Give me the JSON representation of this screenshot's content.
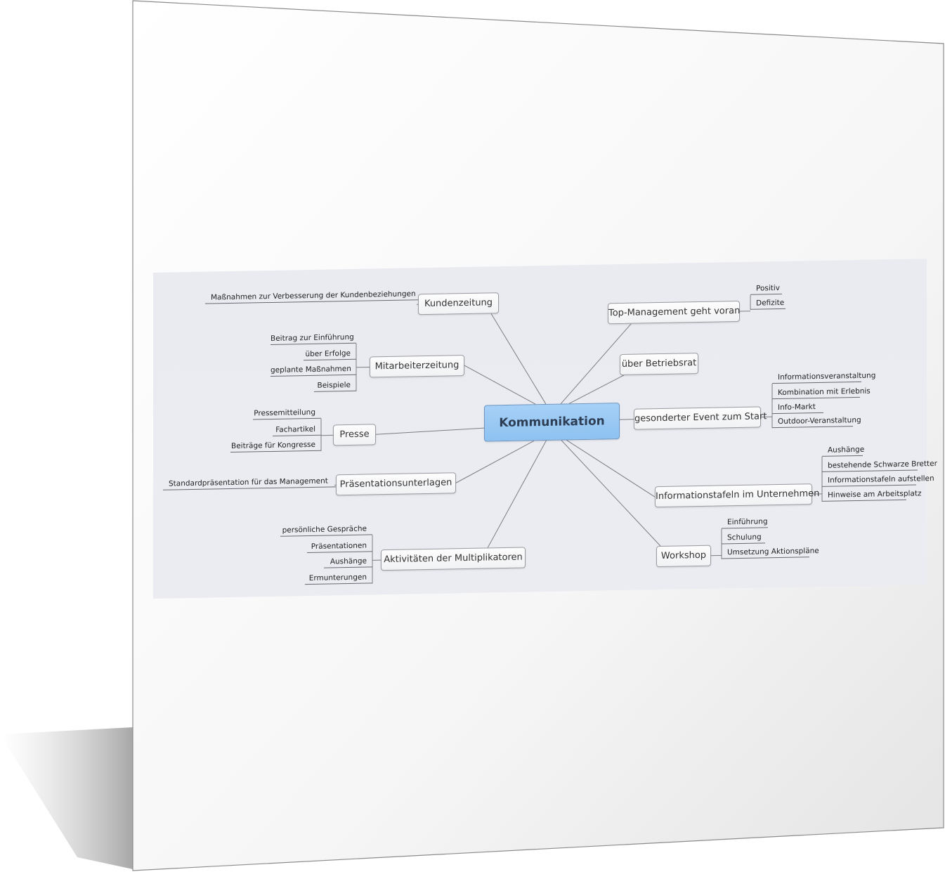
{
  "mindmap": {
    "center": "Kommunikation",
    "branches": [
      {
        "label": "Kundenzeitung",
        "leaves": [
          "Maßnahmen zur Verbesserung der Kundenbeziehungen"
        ]
      },
      {
        "label": "Mitarbeiterzeitung",
        "leaves": [
          "Beitrag zur Einführung",
          "über Erfolge",
          "geplante Maßnahmen",
          "Beispiele"
        ]
      },
      {
        "label": "Presse",
        "leaves": [
          "Pressemitteilung",
          "Fachartikel",
          "Beiträge für Kongresse"
        ]
      },
      {
        "label": "Präsentationsunterlagen",
        "leaves": [
          "Standardpräsentation für das Management"
        ]
      },
      {
        "label": "Aktivitäten der Multiplikatoren",
        "leaves": [
          "persönliche Gespräche",
          "Präsentationen",
          "Aushänge",
          "Ermunterungen"
        ]
      },
      {
        "label": "Top-Management geht voran",
        "leaves": [
          "Positiv",
          "Defizite"
        ]
      },
      {
        "label": "über Betriebsrat",
        "leaves": []
      },
      {
        "label": "gesonderter Event zum Start",
        "leaves": [
          "Informationsveranstaltung",
          "Kombination mit Erlebnis",
          "Info-Markt",
          "Outdoor-Veranstaltung"
        ]
      },
      {
        "label": "Informationstafeln im Unternehmen",
        "leaves": [
          "Aushänge",
          "bestehende Schwarze Bretter",
          "Informationstafeln aufstellen",
          "Hinweise am Arbeitsplatz"
        ]
      },
      {
        "label": "Workshop",
        "leaves": [
          "Einführung",
          "Schulung",
          "Umsetzung Aktionspläne"
        ]
      }
    ]
  },
  "colors": {
    "center_fill": "#98c8f3",
    "center_border": "#6c95c2",
    "map_background": "#eaecf1",
    "line": "#7a7d83"
  }
}
